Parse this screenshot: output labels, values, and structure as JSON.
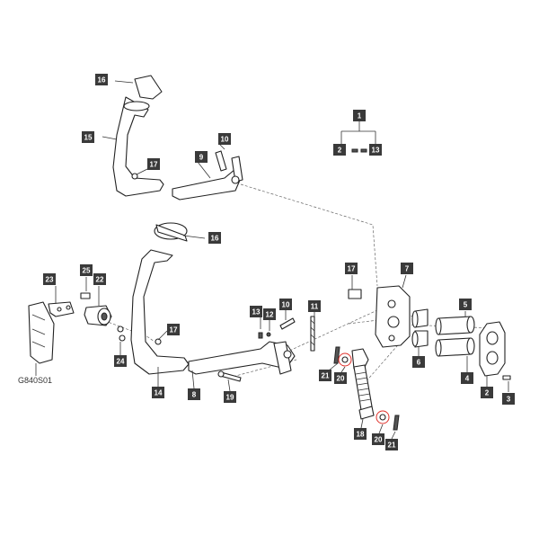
{
  "diagram": {
    "figure_code": "G840S01",
    "callouts": [
      {
        "id": "c16a",
        "label": "16"
      },
      {
        "id": "c15",
        "label": "15"
      },
      {
        "id": "c17a",
        "label": "17"
      },
      {
        "id": "c10a",
        "label": "10"
      },
      {
        "id": "c9",
        "label": "9"
      },
      {
        "id": "c1",
        "label": "1"
      },
      {
        "id": "c2a",
        "label": "2"
      },
      {
        "id": "c13a",
        "label": "13"
      },
      {
        "id": "c16b",
        "label": "16"
      },
      {
        "id": "c17b",
        "label": "17"
      },
      {
        "id": "c7",
        "label": "7"
      },
      {
        "id": "c23",
        "label": "23"
      },
      {
        "id": "c25",
        "label": "25"
      },
      {
        "id": "c22",
        "label": "22"
      },
      {
        "id": "c24",
        "label": "24"
      },
      {
        "id": "c17c",
        "label": "17"
      },
      {
        "id": "c13b",
        "label": "13"
      },
      {
        "id": "c12",
        "label": "12"
      },
      {
        "id": "c10b",
        "label": "10"
      },
      {
        "id": "c11",
        "label": "11"
      },
      {
        "id": "c5",
        "label": "5"
      },
      {
        "id": "c6",
        "label": "6"
      },
      {
        "id": "c4",
        "label": "4"
      },
      {
        "id": "c2b",
        "label": "2"
      },
      {
        "id": "c3",
        "label": "3"
      },
      {
        "id": "c14",
        "label": "14"
      },
      {
        "id": "c8",
        "label": "8"
      },
      {
        "id": "c19",
        "label": "19"
      },
      {
        "id": "c21a",
        "label": "21"
      },
      {
        "id": "c20a",
        "label": "20"
      },
      {
        "id": "c18",
        "label": "18"
      },
      {
        "id": "c20b",
        "label": "20"
      },
      {
        "id": "c21b",
        "label": "21"
      }
    ],
    "colors": {
      "callout_bg": "#3a3a3a",
      "callout_text": "#ffffff",
      "highlight": "#e0302a"
    }
  }
}
